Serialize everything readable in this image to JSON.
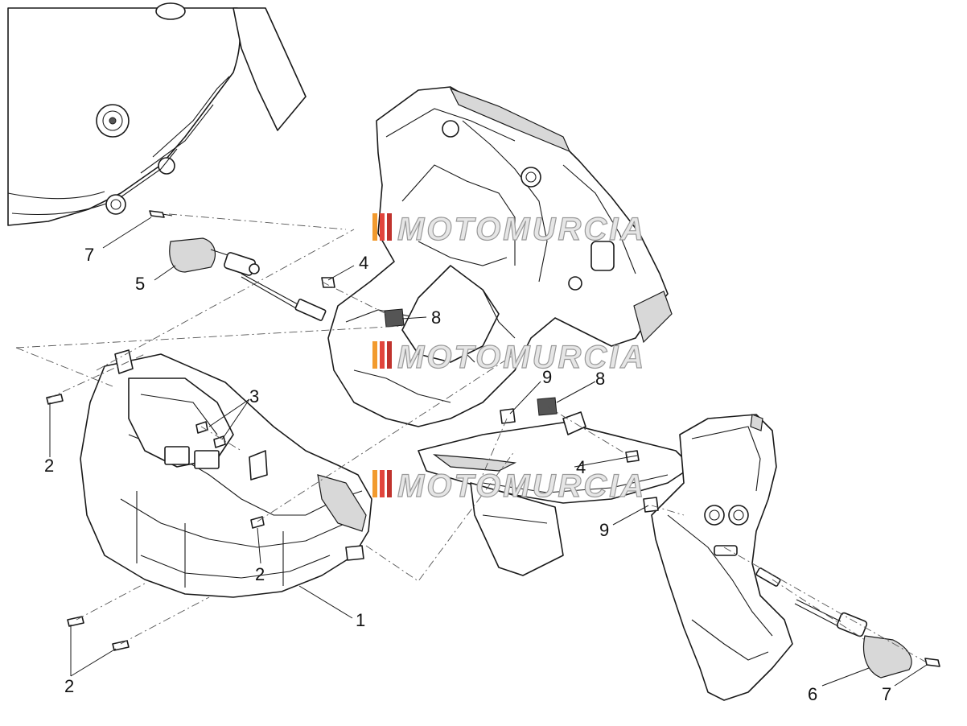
{
  "diagram": {
    "callouts": {
      "c1": "1",
      "c2a": "2",
      "c2b": "2",
      "c2c": "2",
      "c3": "3",
      "c4a": "4",
      "c4b": "4",
      "c5": "5",
      "c6": "6",
      "c7a": "7",
      "c7b": "7",
      "c8a": "8",
      "c8b": "8",
      "c9a": "9",
      "c9b": "9"
    },
    "watermark": "MOTOMURCIA"
  }
}
